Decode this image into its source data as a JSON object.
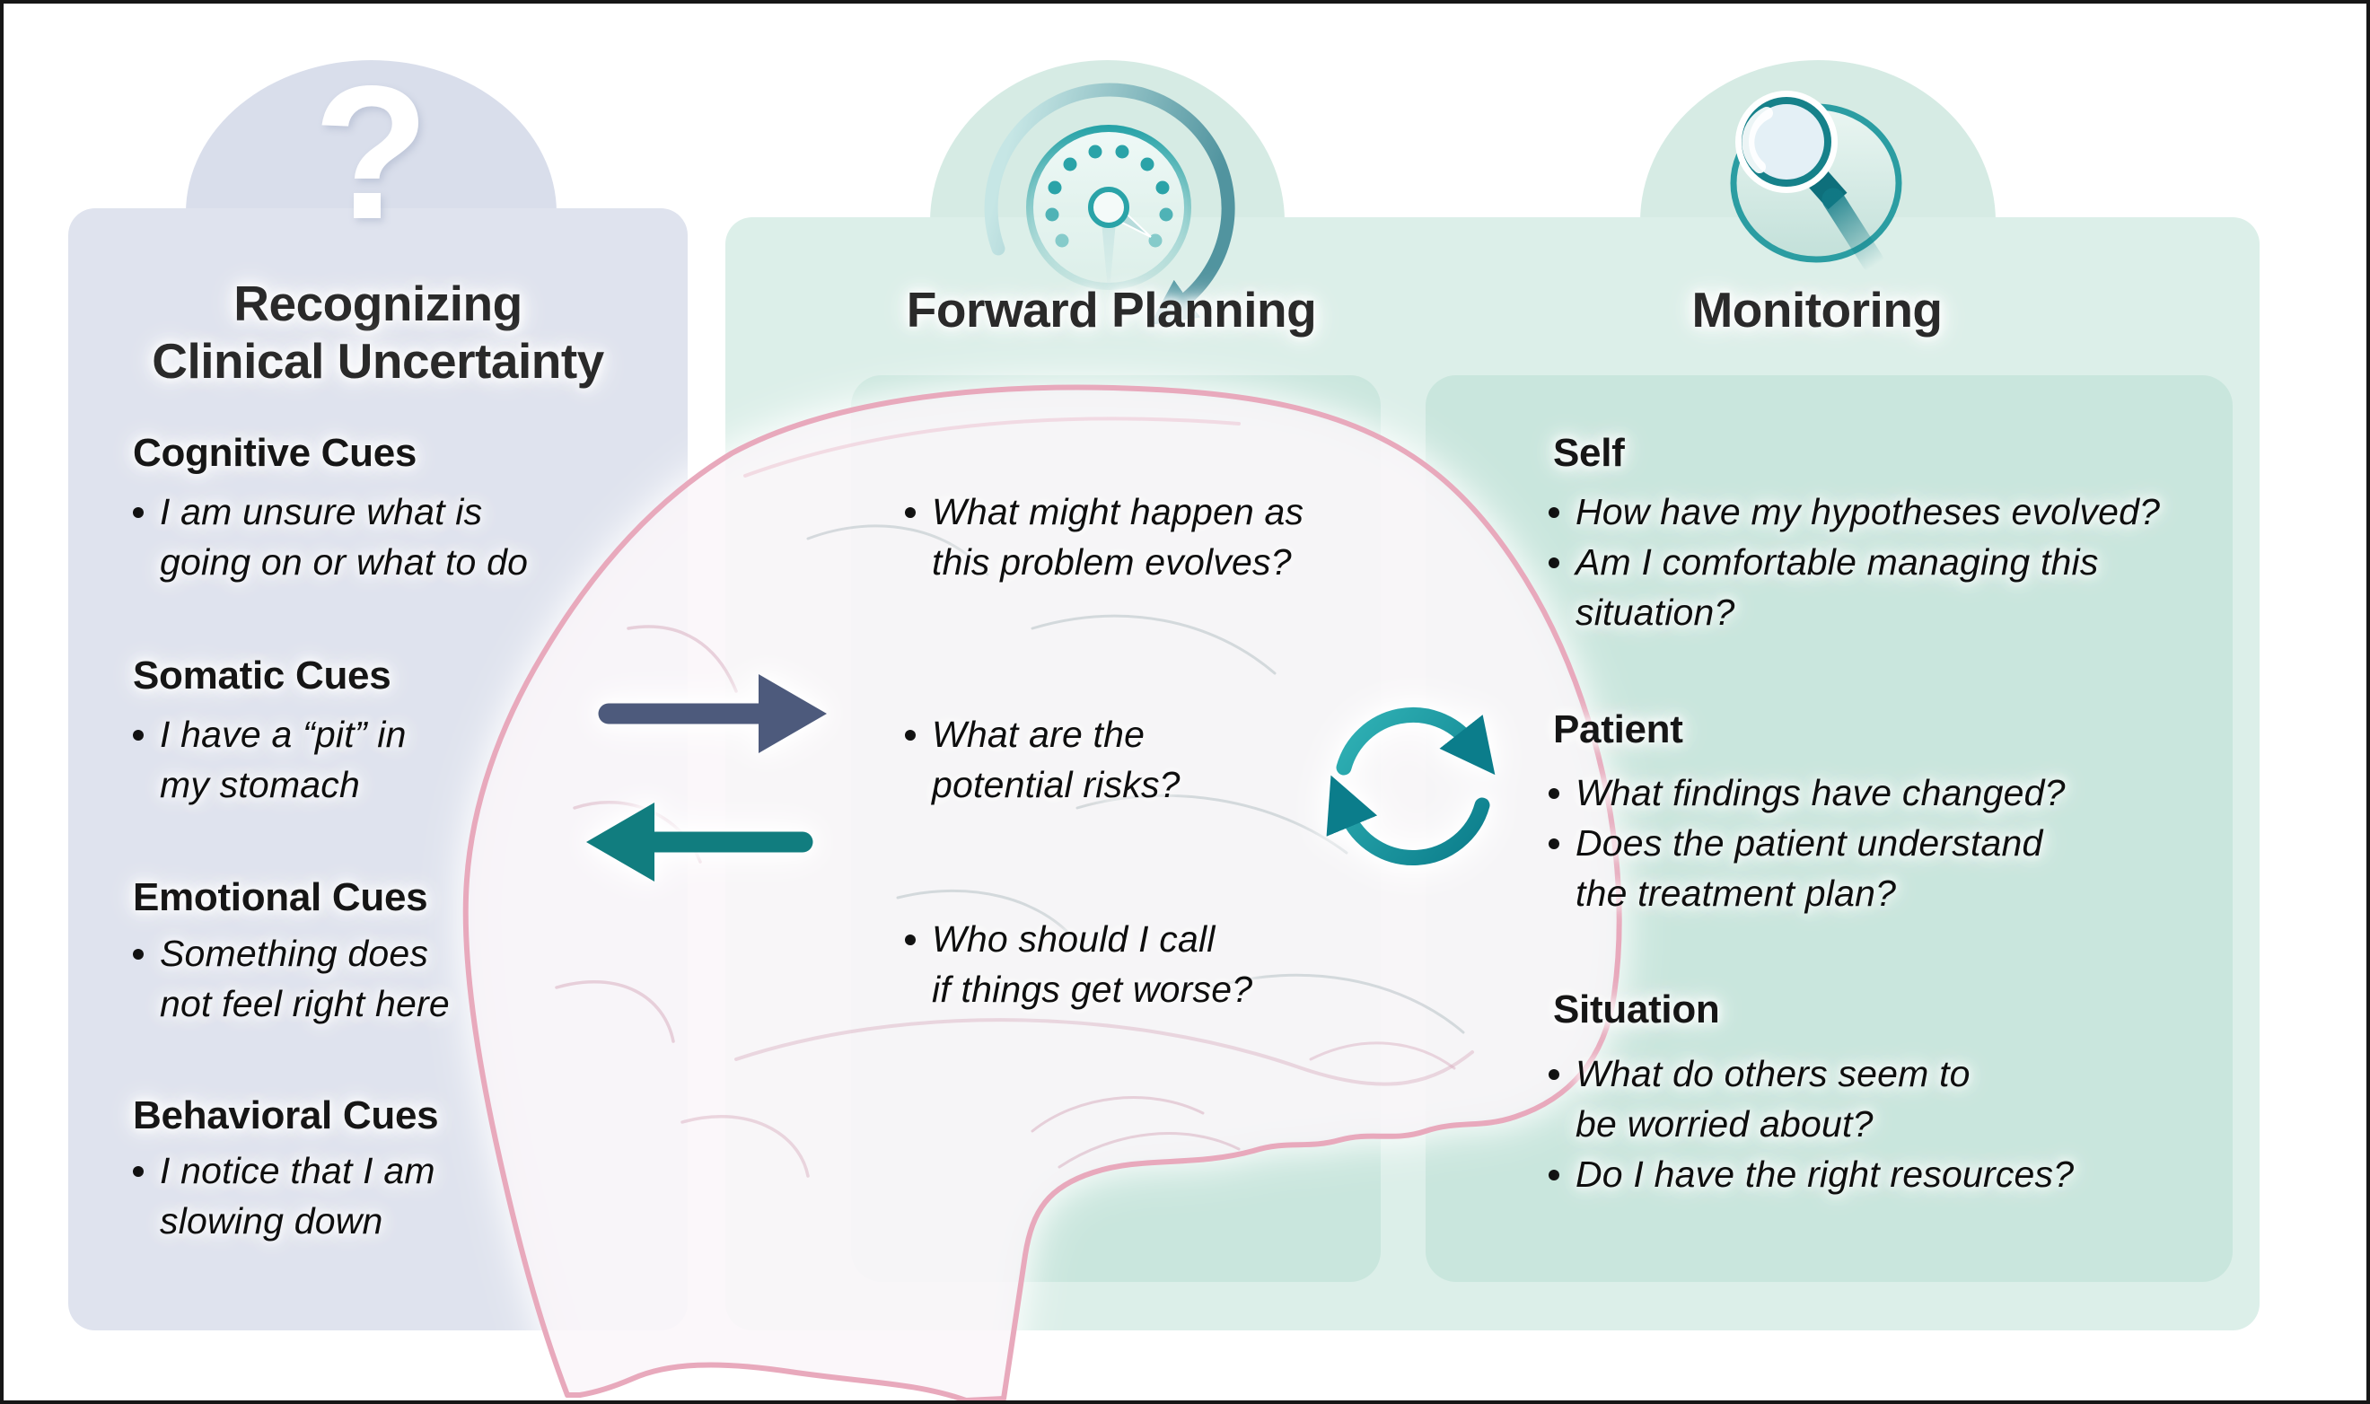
{
  "colors": {
    "bg": "#ffffff",
    "frame_border": "#161616",
    "left_card": "#dfe3ee",
    "left_dome": "#d9deeb",
    "mint_card": "#dcefe9",
    "mint_dome": "#d6ebe4",
    "inner_panel": "#c9e6dd",
    "teal": "#22a0a6",
    "teal_dark": "#0c7e8b",
    "slate_arrow": "#4d5a7c",
    "teal_arrow": "#117d7f",
    "brain_outline": "#e8a9bc",
    "title_text": "#2a2a2a",
    "heading_text": "#161616",
    "body_text": "#0e0e0e"
  },
  "icons": {
    "left": "question-mark-icon",
    "forward": "gauge-clock-icon",
    "monitoring": "magnifying-glass-icon",
    "center": "cycle-arrows-icon",
    "to_planning": "forward-arrow-icon",
    "to_recognizing": "feedback-arrow-icon"
  },
  "left_panel": {
    "icon_glyph": "?",
    "title_line1": "Recognizing",
    "title_line2": "Clinical Uncertainty",
    "sections": [
      {
        "heading": "Cognitive Cues",
        "bullets": [
          {
            "lines": [
              "I am unsure what is",
              "going on or what to do"
            ]
          }
        ]
      },
      {
        "heading": "Somatic Cues",
        "bullets": [
          {
            "lines": [
              "I have a “pit” in",
              "my stomach"
            ]
          }
        ]
      },
      {
        "heading": "Emotional Cues",
        "bullets": [
          {
            "lines": [
              "Something does",
              "not feel right here"
            ]
          }
        ]
      },
      {
        "heading": "Behavioral Cues",
        "bullets": [
          {
            "lines": [
              "I notice that I am",
              "slowing down"
            ]
          }
        ]
      }
    ]
  },
  "forward_panel": {
    "title": "Forward Planning",
    "bullets": [
      {
        "lines": [
          "What might happen as",
          "this problem evolves?"
        ]
      },
      {
        "lines": [
          "What are the",
          "potential risks?"
        ]
      },
      {
        "lines": [
          "Who should I call",
          "if things get worse?"
        ]
      }
    ]
  },
  "monitoring_panel": {
    "title": "Monitoring",
    "sections": [
      {
        "heading": "Self",
        "bullets": [
          {
            "lines": [
              "How have my hypotheses evolved?"
            ]
          },
          {
            "lines": [
              "Am I comfortable managing this",
              "situation?"
            ]
          }
        ]
      },
      {
        "heading": "Patient",
        "bullets": [
          {
            "lines": [
              "What findings have changed?"
            ]
          },
          {
            "lines": [
              "Does the patient understand",
              "the treatment plan?"
            ]
          }
        ]
      },
      {
        "heading": "Situation",
        "bullets": [
          {
            "lines": [
              "What do others seem to",
              "be worried about?"
            ]
          },
          {
            "lines": [
              "Do I have the right resources?"
            ]
          }
        ]
      }
    ]
  }
}
